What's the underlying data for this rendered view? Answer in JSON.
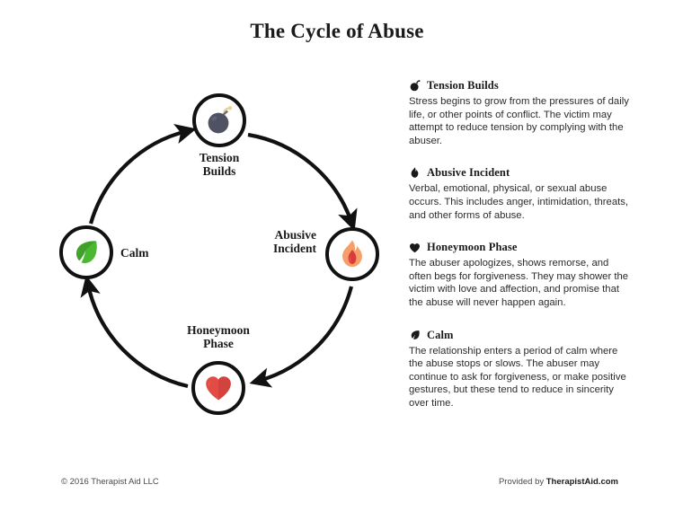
{
  "document": {
    "title": "The Cycle of Abuse"
  },
  "diagram": {
    "type": "cycle",
    "direction": "clockwise",
    "nodes": [
      {
        "id": "tension",
        "label_line1": "Tension",
        "label_line2": "Builds",
        "icon": "bomb-icon",
        "position": "top"
      },
      {
        "id": "abusive",
        "label_line1": "Abusive",
        "label_line2": "Incident",
        "icon": "flame-icon",
        "position": "right"
      },
      {
        "id": "honeymoon",
        "label_line1": "Honeymoon",
        "label_line2": "Phase",
        "icon": "heart-icon",
        "position": "bottom"
      },
      {
        "id": "calm",
        "label_line1": "Calm",
        "label_line2": "",
        "icon": "leaf-icon",
        "position": "left"
      }
    ]
  },
  "descriptions": [
    {
      "icon": "bomb-icon",
      "title": "Tension Builds",
      "body": "Stress begins to grow from the pressures of daily life, or other points of conflict. The victim may attempt to reduce tension by complying with the abuser."
    },
    {
      "icon": "flame-icon",
      "title": "Abusive Incident",
      "body": "Verbal, emotional, physical, or sexual abuse occurs. This includes anger, intimidation, threats, and other forms of abuse."
    },
    {
      "icon": "heart-icon",
      "title": "Honeymoon Phase",
      "body": "The abuser apologizes, shows remorse, and often begs for forgiveness. They may shower the victim with love and affection, and promise that the abuse will never happen again."
    },
    {
      "icon": "leaf-icon",
      "title": "Calm",
      "body": "The relationship enters a period of calm where the abuse stops or slows. The abuser may continue to ask for forgiveness, or make positive gestures, but these tend to reduce in sincerity over time."
    }
  ],
  "footer": {
    "copyright": "© 2016 Therapist Aid LLC",
    "provided_prefix": "Provided by ",
    "brand": "TherapistAid.com"
  },
  "colors": {
    "stroke": "#111111",
    "bomb_body": "#4e5263",
    "flame_outer": "#f5a06a",
    "flame_inner": "#d93a3a",
    "heart": "#e34b44",
    "leaf": "#3fa12a",
    "text": "#231f20"
  }
}
